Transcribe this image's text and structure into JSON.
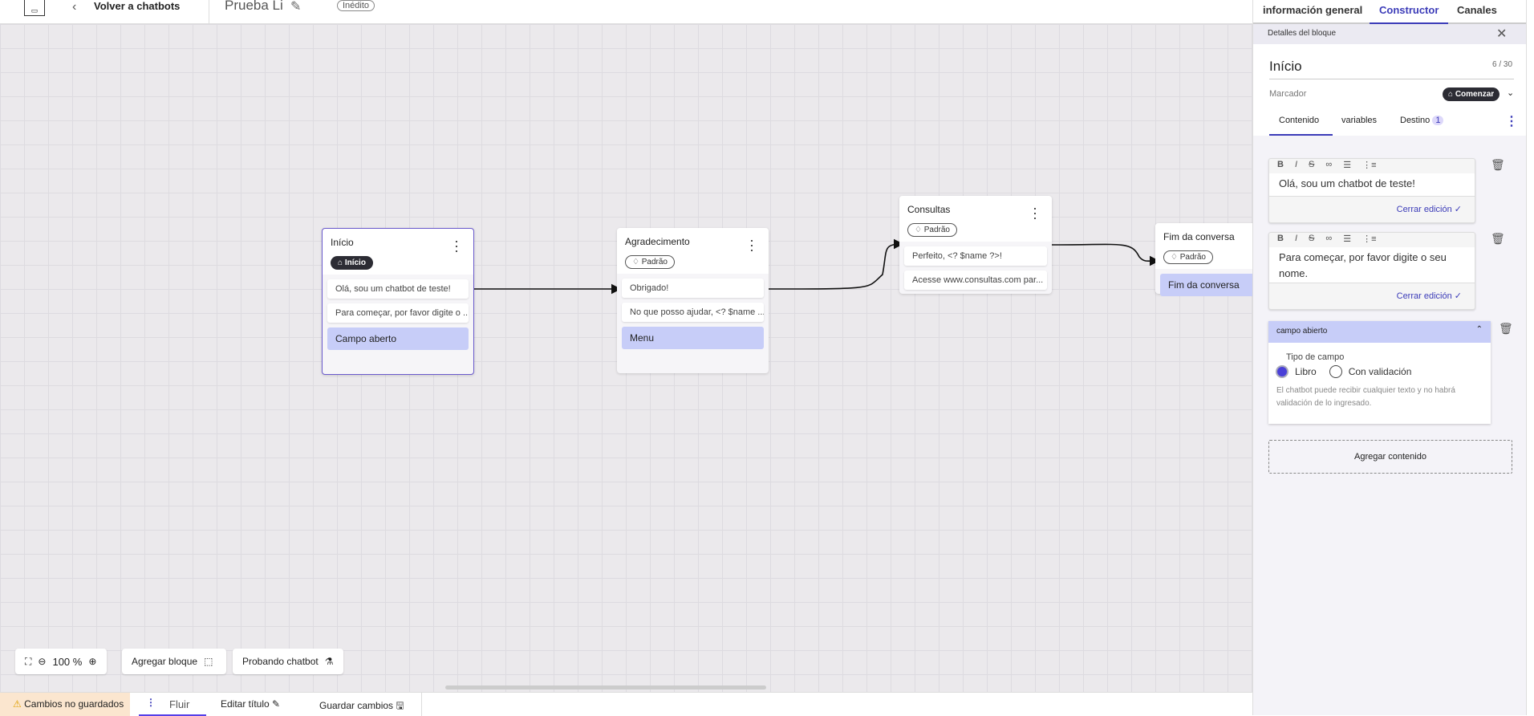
{
  "header": {
    "back_label": "Volver a chatbots",
    "chatbot_title": "Prueba Li",
    "status_badge": "Inédito"
  },
  "canvas": {
    "nodes": [
      {
        "title": "Início",
        "tag": "Início",
        "tag_icon": "home-icon",
        "messages": [
          "Olá, sou um chatbot de teste!",
          "Para começar, por favor digite o ..."
        ],
        "action": "Campo aberto"
      },
      {
        "title": "Agradecimento",
        "tag": "Padrão",
        "tag_icon": "tag-icon",
        "messages": [
          "Obrigado!",
          "No que posso ajudar, <? $name ..."
        ],
        "action": "Menu"
      },
      {
        "title": "Consultas",
        "tag": "Padrão",
        "tag_icon": "tag-icon",
        "messages": [
          "Perfeito, <? $name ?>!",
          "Acesse www.consultas.com par..."
        ]
      },
      {
        "title": "Fim da conversa",
        "tag": "Padrão",
        "tag_icon": "tag-icon",
        "action": "Fim da conversa"
      }
    ]
  },
  "toolbar": {
    "zoom_level": "100 %",
    "add_block": "Agregar bloque",
    "test_chatbot": "Probando chatbot"
  },
  "bottom": {
    "unsaved": "Cambios no guardados",
    "flow_tab": "Fluir",
    "edit_title": "Editar título",
    "save_changes": "Guardar cambios"
  },
  "panel": {
    "tabs": [
      "información general",
      "Constructor",
      "Canales"
    ],
    "active_tab": "Constructor",
    "section_title": "Detalles del bloque",
    "block_name": "Início",
    "char_count": "6 / 30",
    "marker_label": "Marcador",
    "marker_value": "Comenzar",
    "subtabs": [
      "Contenido",
      "variables",
      "Destino"
    ],
    "destino_count": "1",
    "editors": [
      {
        "text": "Olá, sou um chatbot de teste!",
        "close": "Cerrar edición"
      },
      {
        "text": "Para começar, por favor digite o seu nome.",
        "close": "Cerrar edición"
      }
    ],
    "open_field": {
      "title": "campo abierto",
      "field_type_label": "Tipo de campo",
      "options": [
        "Libro",
        "Con validación"
      ],
      "selected": "Libro",
      "help": "El chatbot puede recibir cualquier texto y no habrá validación de lo ingresado."
    },
    "add_content": "Agregar contenido"
  },
  "colors": {
    "accent": "#3b3bb8",
    "action_bg": "#c7cdf8",
    "warning_bg": "#fbe6cf"
  }
}
